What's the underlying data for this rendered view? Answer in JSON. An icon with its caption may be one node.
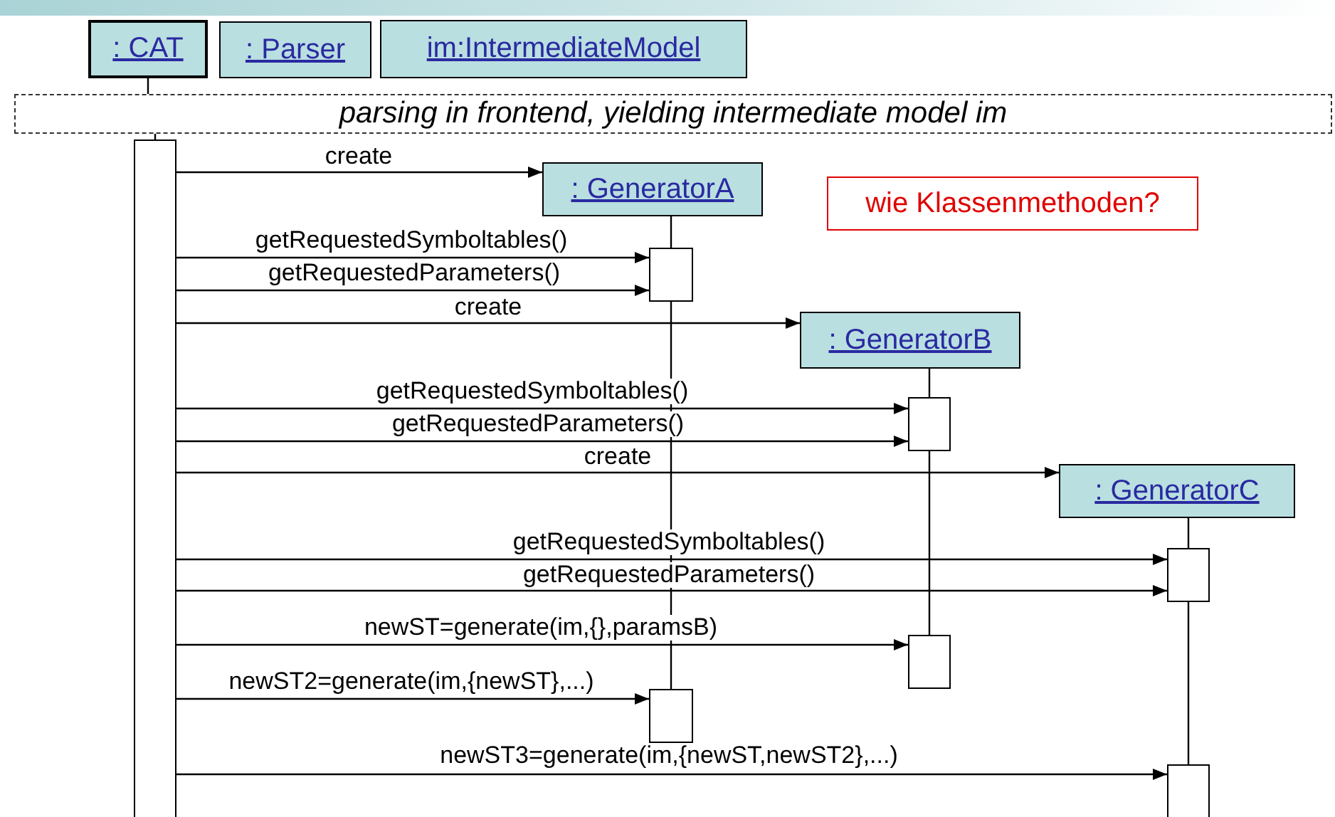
{
  "diagram": {
    "nodes": [
      {
        "text": [
          ": CAT"
        ]
      },
      {
        "text": [
          ": Parser"
        ]
      },
      {
        "text": [
          "im:IntermediateModel"
        ]
      },
      {
        "text": [
          "parsing in frontend, yielding intermediate model im"
        ]
      },
      {
        "text": [],
        "shape": "box"
      },
      {
        "text": [
          ": GeneratorA"
        ]
      },
      {
        "text": [
          "wie Klassenmethoden?"
        ]
      },
      {
        "text": [],
        "shape": "box"
      },
      {
        "text": [
          ": GeneratorB"
        ]
      },
      {
        "text": [],
        "shape": "box"
      },
      {
        "text": [
          ": GeneratorC"
        ]
      },
      {
        "text": [],
        "shape": "box"
      },
      {
        "text": [],
        "shape": "box"
      },
      {
        "text": [],
        "shape": "box"
      },
      {
        "text": [],
        "shape": "box"
      }
    ],
    "edges": [
      {
        "from": 0,
        "to": 3,
        "arrow": "none"
      },
      {
        "from": 3,
        "to": 4,
        "arrow": "none"
      },
      {
        "from": 5,
        "to": 7,
        "arrow": "none"
      },
      {
        "from": 7,
        "to": 13,
        "arrow": "none"
      },
      {
        "from": 8,
        "to": 9,
        "arrow": "none"
      },
      {
        "from": 9,
        "to": 12,
        "arrow": "none"
      },
      {
        "from": 10,
        "to": 11,
        "arrow": "none"
      },
      {
        "from": 11,
        "to": 14,
        "arrow": "none"
      },
      {
        "from": 4,
        "to": 5,
        "arrow": "to",
        "label": "create"
      },
      {
        "from": 4,
        "to": 7,
        "arrow": "to",
        "label": "getRequestedSymboltables()"
      },
      {
        "from": 4,
        "to": 7,
        "arrow": "to",
        "label": "getRequestedParameters()"
      },
      {
        "from": 4,
        "to": 8,
        "arrow": "to",
        "label": "create"
      },
      {
        "from": 4,
        "to": 9,
        "arrow": "to",
        "label": "getRequestedSymboltables()"
      },
      {
        "from": 4,
        "to": 9,
        "arrow": "to",
        "label": "getRequestedParameters()"
      },
      {
        "from": 4,
        "to": 10,
        "arrow": "to",
        "label": "create"
      },
      {
        "from": 4,
        "to": 11,
        "arrow": "to",
        "label": "getRequestedSymboltables()"
      },
      {
        "from": 4,
        "to": 11,
        "arrow": "to",
        "label": "getRequestedParameters()"
      },
      {
        "from": 4,
        "to": 12,
        "arrow": "to",
        "label": "newST=generate(im,{},paramsB)"
      },
      {
        "from": 4,
        "to": 13,
        "arrow": "to",
        "label": "newST2=generate(im,{newST},...)"
      },
      {
        "from": 4,
        "to": 14,
        "arrow": "to",
        "label": "newST3=generate(im,{newST,newST2},...)"
      }
    ]
  }
}
